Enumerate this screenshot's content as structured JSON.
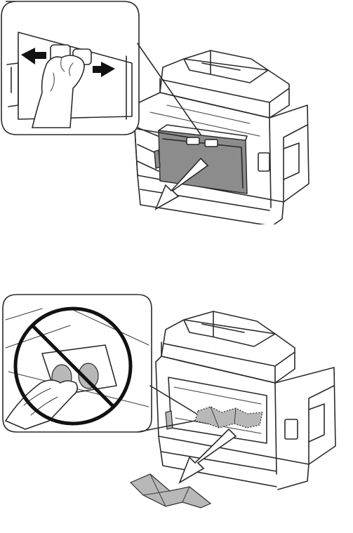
{
  "figure": {
    "steps": [
      {
        "id": "remove-rear-cover",
        "icons": [
          "printer-rear-view",
          "rear-cover-unit",
          "pull-out-arrow",
          "pinch-tabs-inset",
          "squeeze-arrows"
        ]
      },
      {
        "id": "remove-jammed-paper",
        "icons": [
          "printer-rear-view",
          "jammed-paper",
          "pull-out-arrow",
          "do-not-touch-rollers-inset",
          "prohibition-sign"
        ]
      }
    ],
    "colors": {
      "line": "#2a2a2a",
      "cover_fill": "#8c8c8c",
      "arrow": "#111111",
      "background": "#ffffff"
    }
  }
}
